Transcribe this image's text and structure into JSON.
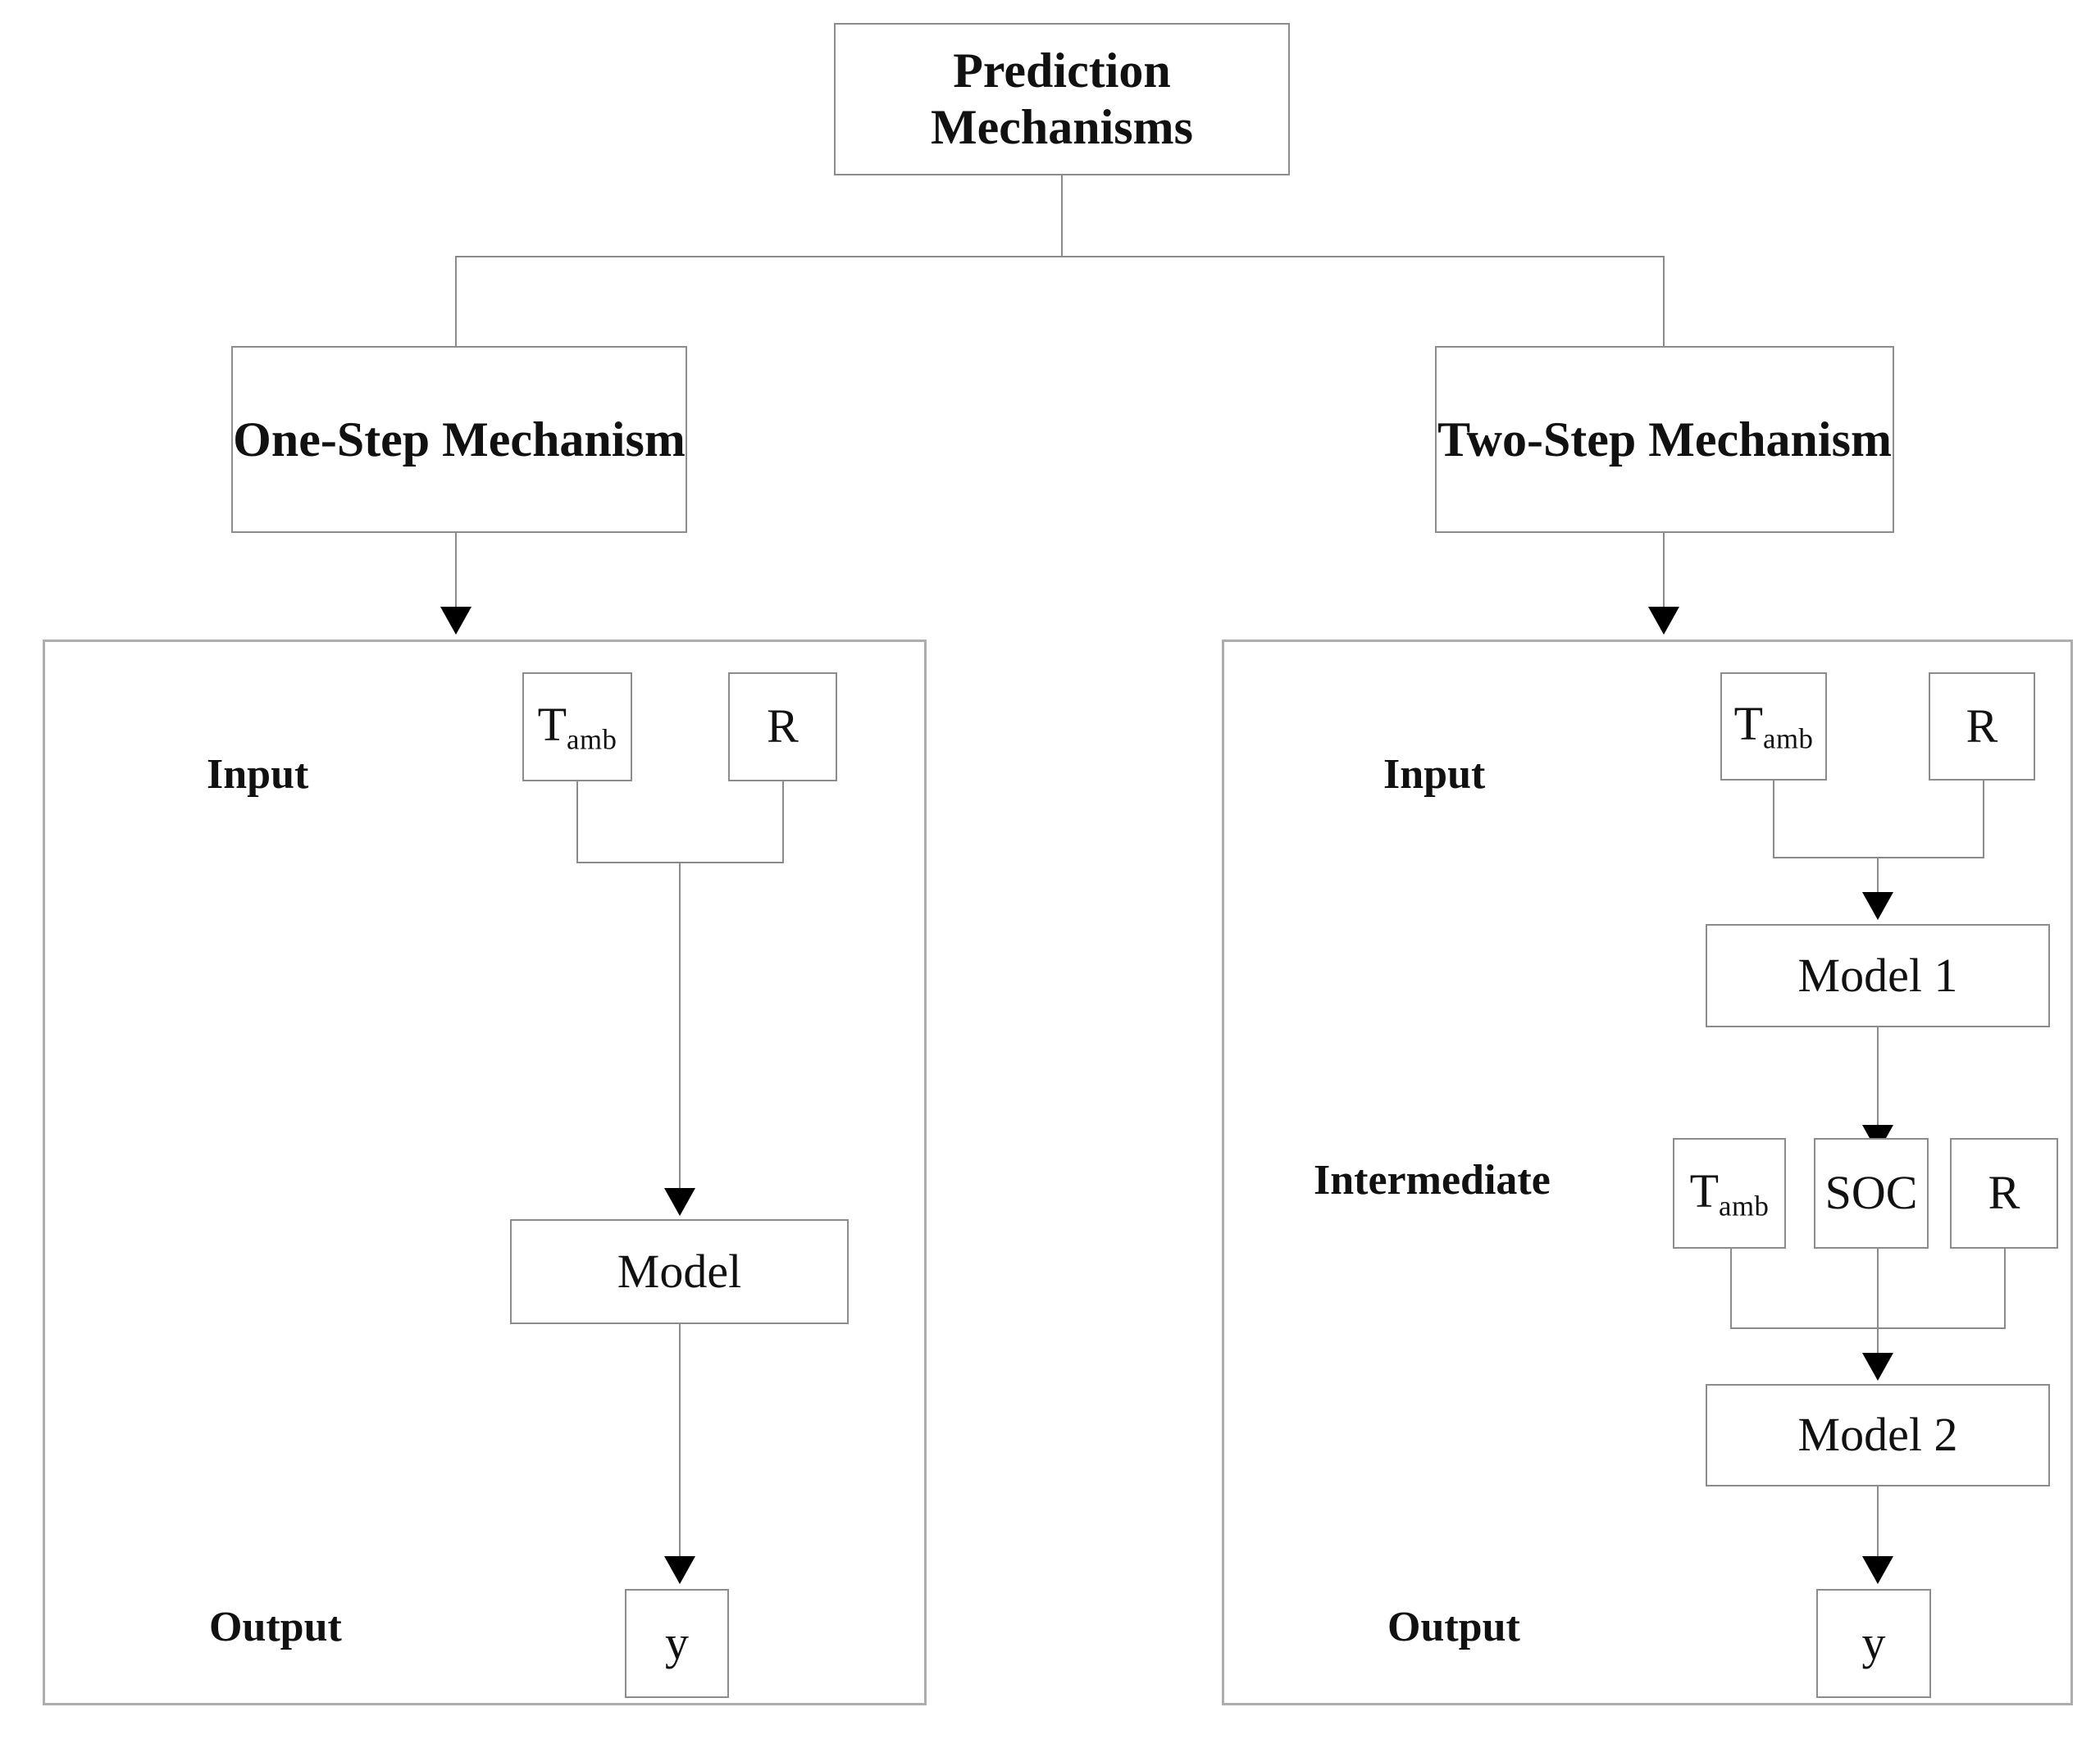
{
  "diagram": {
    "root": {
      "line1": "Prediction",
      "line2": "Mechanisms"
    },
    "branches": [
      {
        "line1": "One-Step",
        "line2": "Mechanism"
      },
      {
        "line1": "Two-Step",
        "line2": "Mechanism"
      }
    ],
    "row_labels": {
      "input": "Input",
      "intermediate": "Intermediate",
      "output": "Output"
    },
    "left_panel": {
      "title": "One-Step Mechanism",
      "input_nodes": [
        {
          "symbol": "T",
          "subscript": "amb"
        },
        {
          "symbol": "R",
          "subscript": ""
        }
      ],
      "model": "Model",
      "output_node": "y"
    },
    "right_panel": {
      "title": "Two-Step Mechanism",
      "input_nodes": [
        {
          "symbol": "T",
          "subscript": "amb"
        },
        {
          "symbol": "R",
          "subscript": ""
        }
      ],
      "model_1": "Model 1",
      "intermediate_nodes": [
        {
          "symbol": "T",
          "subscript": "amb"
        },
        {
          "symbol": "SOC",
          "subscript": ""
        },
        {
          "symbol": "R",
          "subscript": ""
        }
      ],
      "model_2": "Model 2",
      "output_node": "y"
    },
    "colors": {
      "box_border": "#8c8c8c",
      "panel_border": "#adadad",
      "connector": "#8a8a8a",
      "arrowhead": "#000000",
      "text": "#111111",
      "background": "#ffffff"
    }
  }
}
